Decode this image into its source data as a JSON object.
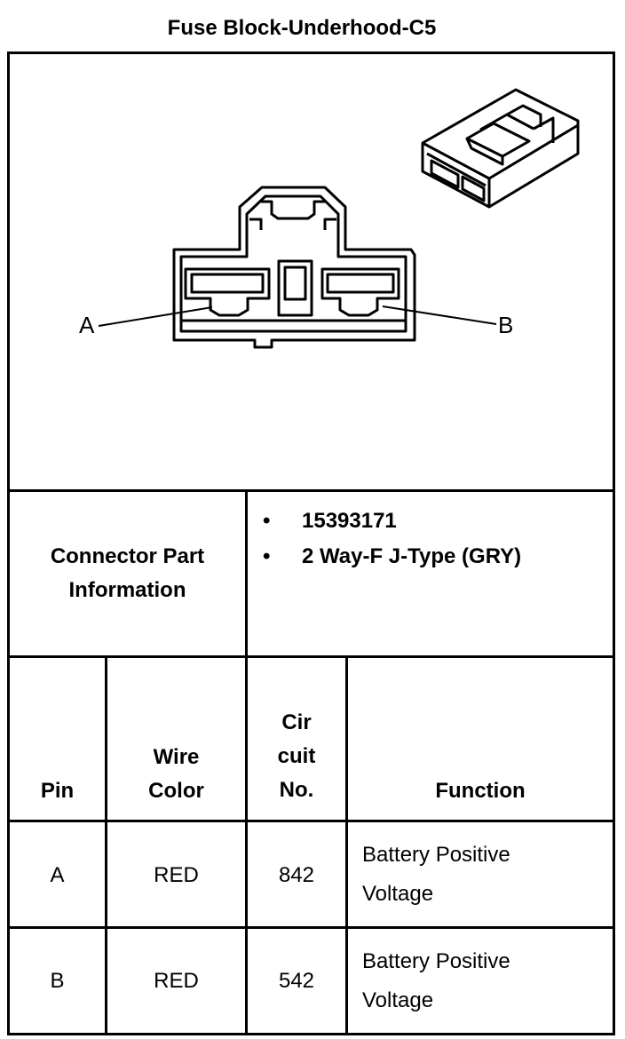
{
  "title": "Fuse Block-Underhood-C5",
  "diagram": {
    "pin_labels": [
      "A",
      "B"
    ]
  },
  "connector_info": {
    "label_line1": "Connector Part",
    "label_line2": "Information",
    "items": [
      "15393171",
      "2 Way-F J-Type (GRY)"
    ]
  },
  "table": {
    "headers": {
      "pin": "Pin",
      "wire_color_line1": "Wire",
      "wire_color_line2": "Color",
      "circuit_line1": "Cir",
      "circuit_line2": "cuit",
      "circuit_line3": "No.",
      "function": "Function"
    },
    "rows": [
      {
        "pin": "A",
        "wire_color": "RED",
        "circuit": "842",
        "function_line1": "Battery Positive",
        "function_line2": "Voltage"
      },
      {
        "pin": "B",
        "wire_color": "RED",
        "circuit": "542",
        "function_line1": "Battery Positive",
        "function_line2": "Voltage"
      }
    ]
  }
}
